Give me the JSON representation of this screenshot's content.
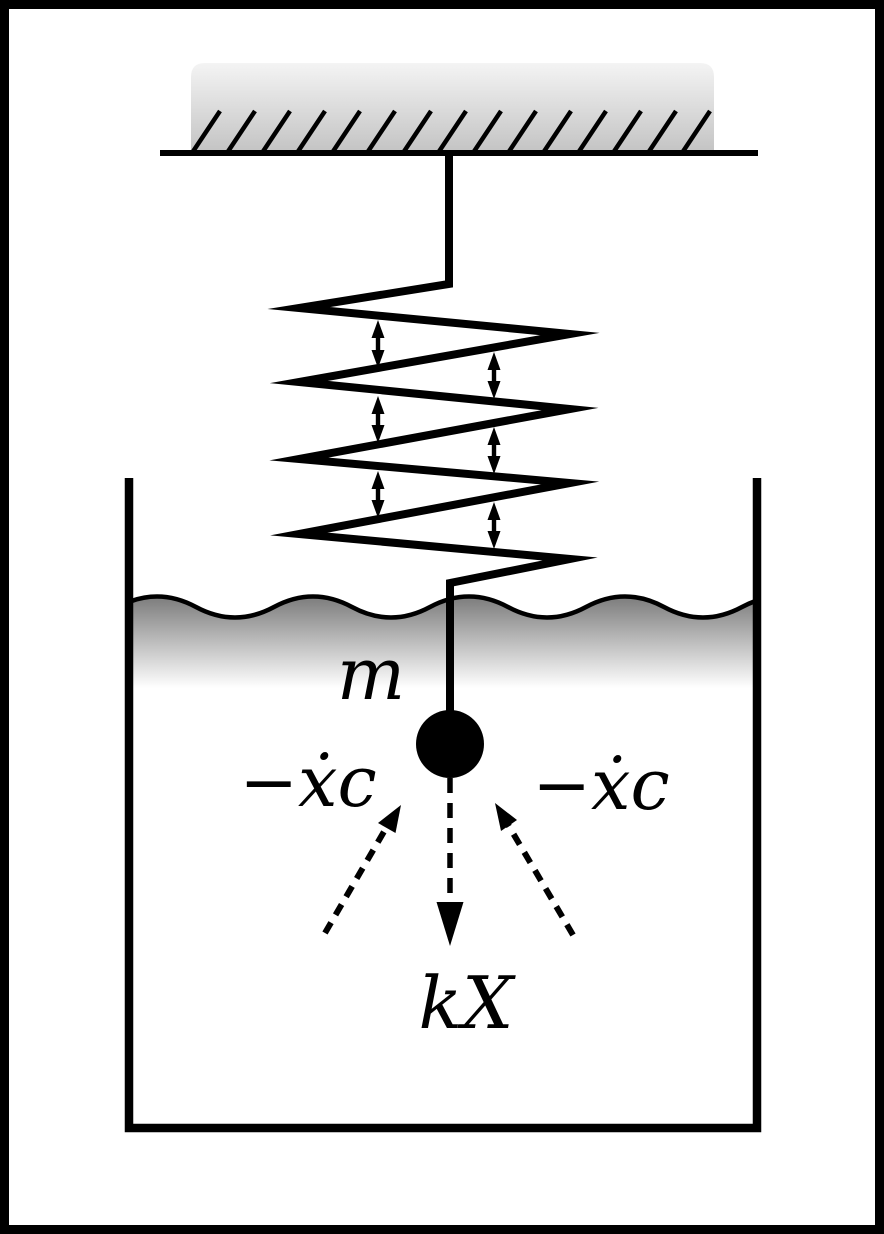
{
  "diagram": {
    "kind": "spring-mass-damper-submerged-in-fluid",
    "elements": [
      "fixed-ceiling-with-hatching",
      "coil-spring-with-gap-arrows",
      "point-mass",
      "fluid-container",
      "fluid-surface-wave",
      "damping-force-arrows",
      "spring-force-arrow"
    ],
    "labels": {
      "mass": "m",
      "damping_left": "−ẋc",
      "damping_right": "−ẋc",
      "spring_force": "kX"
    },
    "colors": {
      "line": "#000000",
      "background": "#ffffff",
      "ceiling_gradient_top": "#f4f4f4",
      "ceiling_gradient_bottom": "#c3c3c3",
      "fluid_gradient_top": "#828282",
      "fluid_gradient_bottom": "#ffffff"
    }
  }
}
